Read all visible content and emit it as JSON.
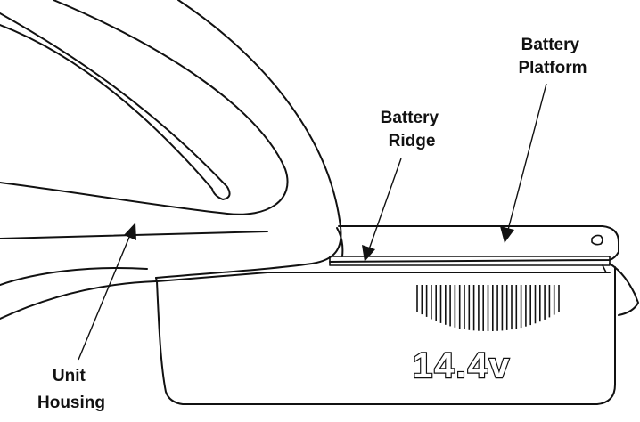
{
  "labels": {
    "battery_platform": [
      "Battery",
      "Platform"
    ],
    "battery_ridge": [
      "Battery",
      "Ridge"
    ],
    "unit_housing": [
      "Unit",
      "Housing"
    ]
  },
  "battery": {
    "voltage_marking": "14.4v"
  }
}
